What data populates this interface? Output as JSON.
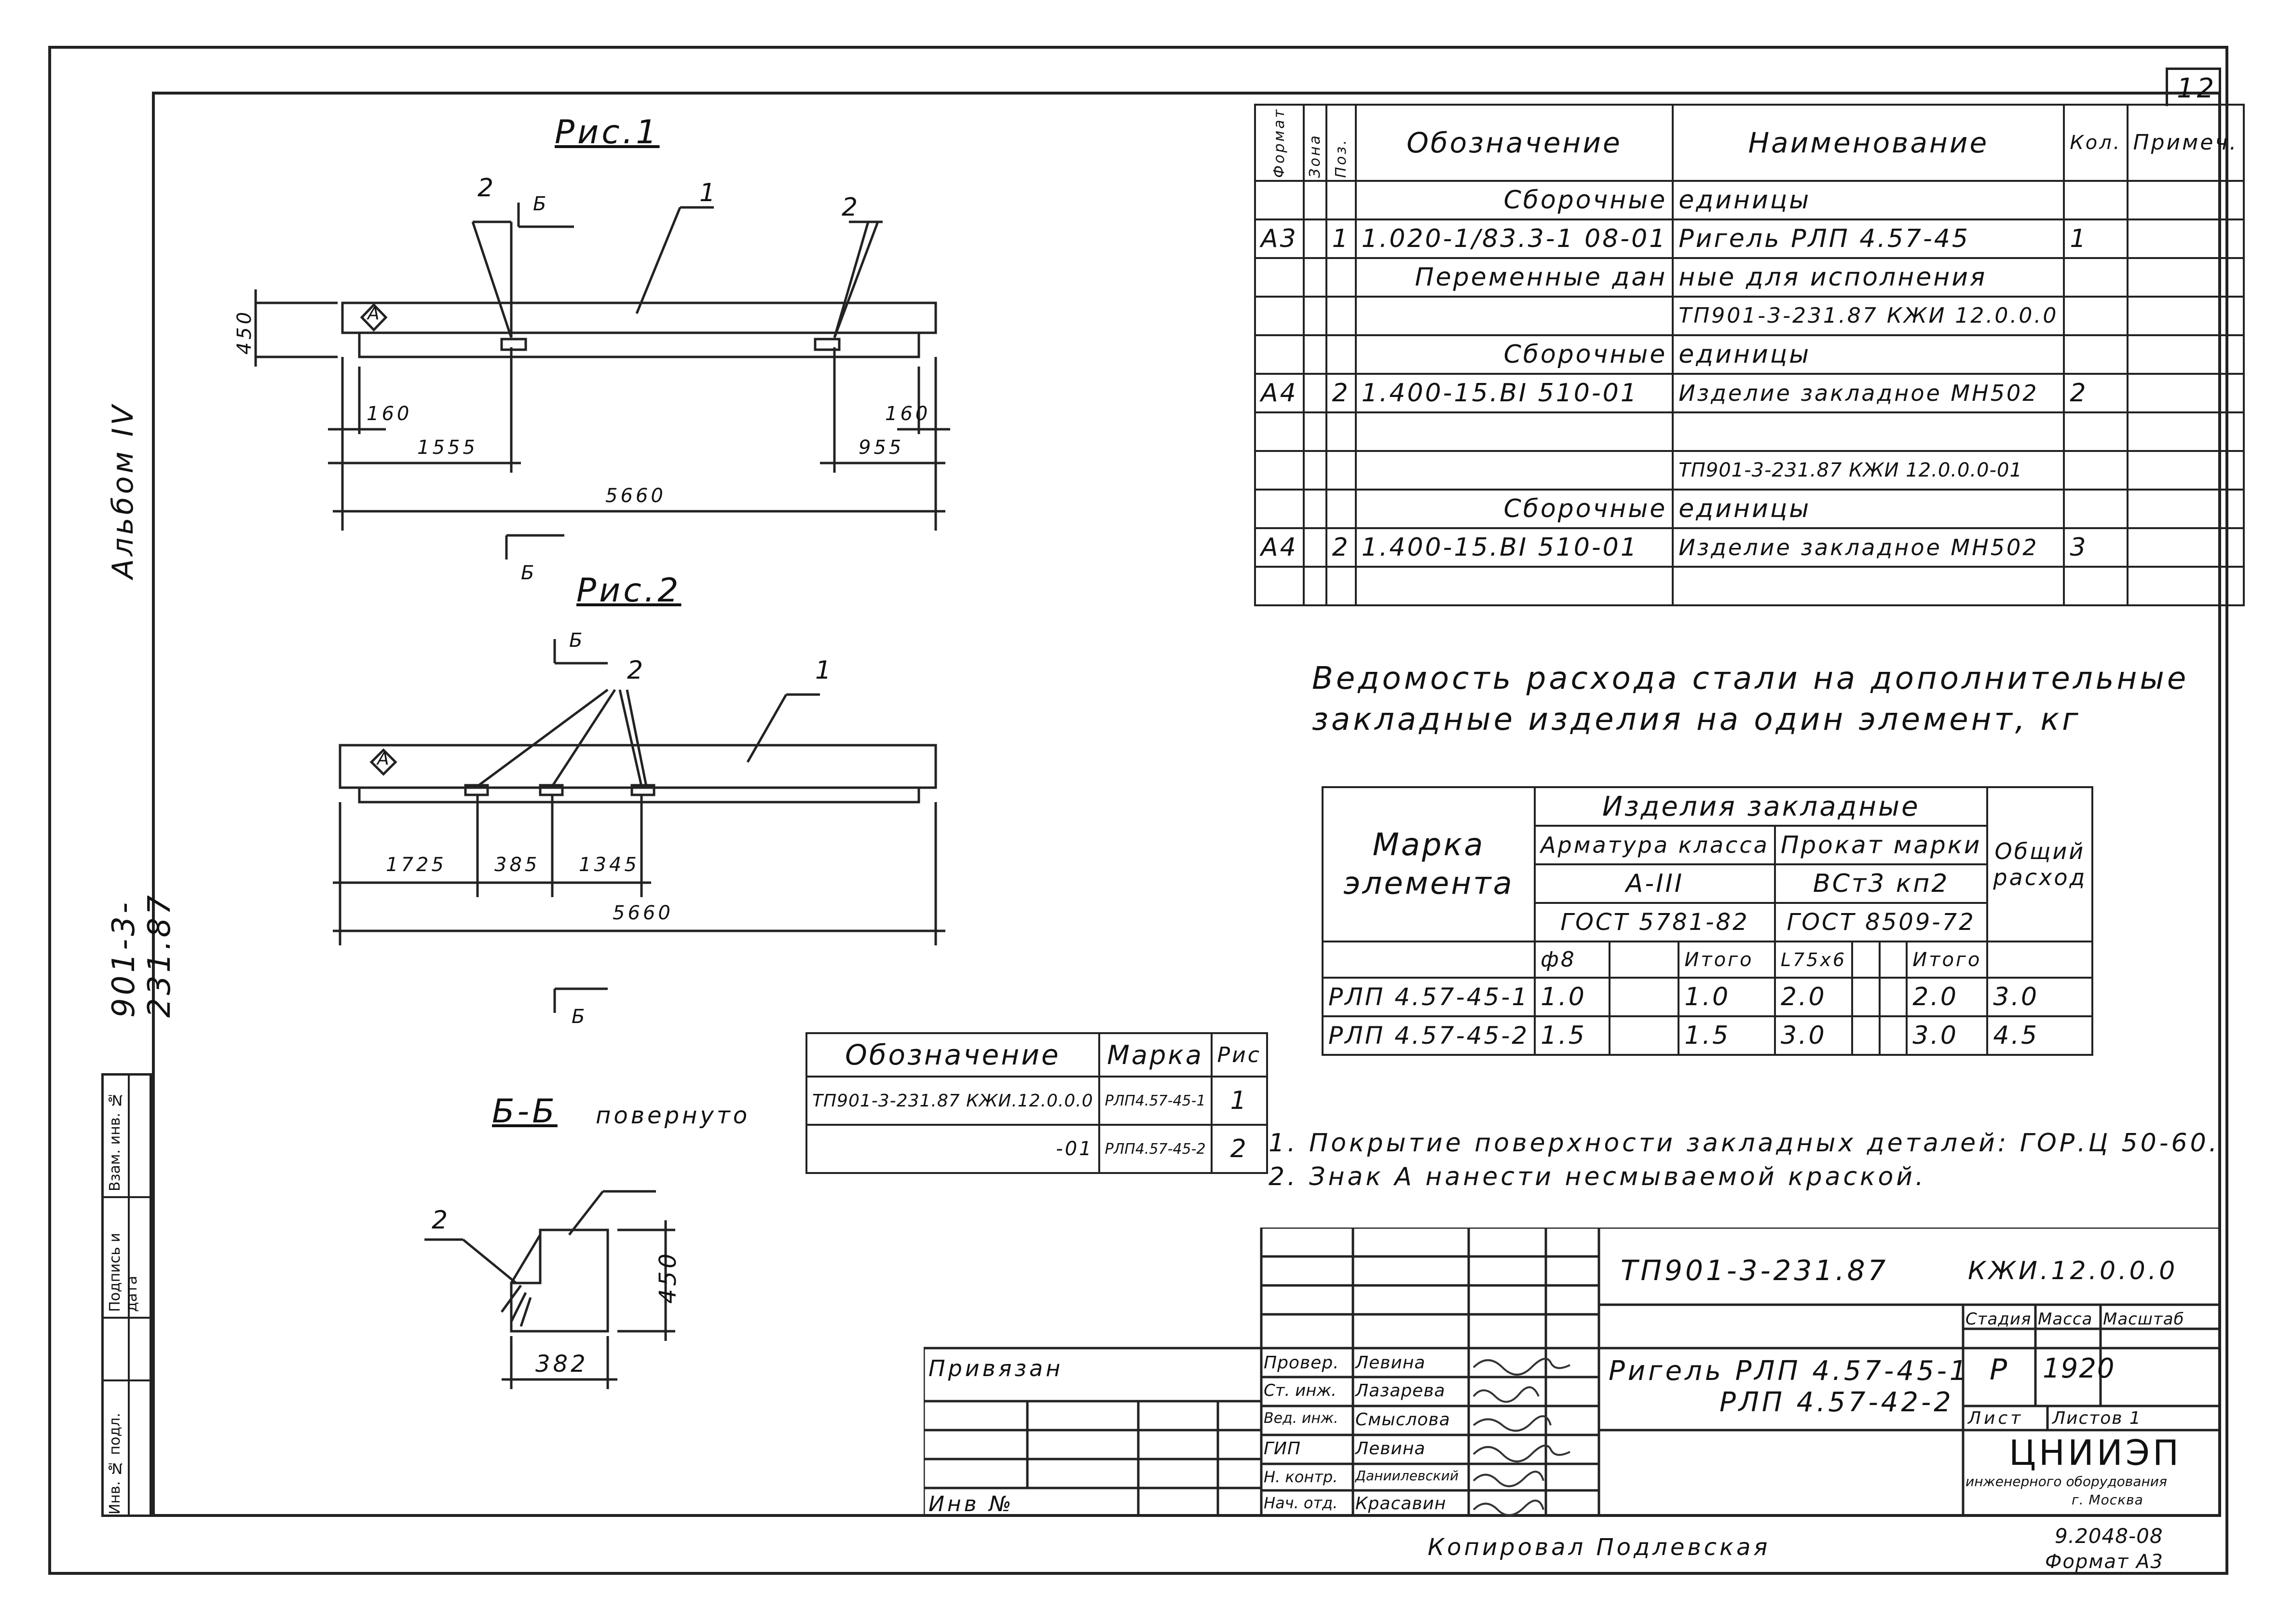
{
  "sheet": {
    "number": "12",
    "album": "Альбом IV",
    "designation_side": "901-3-231.87",
    "side_labels": [
      "Инв. № подл.",
      "Подпись и дата",
      "Взам. инв. №"
    ]
  },
  "figures": {
    "fig1_title": "Рис.1",
    "fig2_title": "Рис.2",
    "section_title": "Б-Б",
    "section_note": "повернуто",
    "cut_mark": "Б",
    "marker": "А",
    "fig1_dims": {
      "height": "450",
      "left_edge": "160",
      "right_edge": "160",
      "left": "1555",
      "right": "955",
      "total": "5660",
      "pos1": "1",
      "pos2a": "2",
      "pos2b": "2"
    },
    "fig2_dims": {
      "d1": "1725",
      "d2": "385",
      "d3": "1345",
      "total": "5660",
      "pos1": "1",
      "pos2": "2"
    },
    "section_dims": {
      "height": "450",
      "width": "382",
      "pos": "2"
    }
  },
  "spec_table": {
    "headers": [
      "Формат",
      "Зона",
      "Поз.",
      "Обозначение",
      "Наименование",
      "Кол.",
      "Примеч."
    ],
    "rows": [
      {
        "format": "",
        "zone": "",
        "pos": "",
        "designation": "Сборочные",
        "name": "единицы",
        "qty": "",
        "note": ""
      },
      {
        "format": "А3",
        "zone": "",
        "pos": "1",
        "designation": "1.020-1/83.3-1  08-01",
        "name": "Ригель РЛП 4.57-45",
        "qty": "1",
        "note": ""
      },
      {
        "format": "",
        "zone": "",
        "pos": "",
        "designation": "Переменные дан",
        "name": "ные для исполнения",
        "qty": "",
        "note": ""
      },
      {
        "format": "",
        "zone": "",
        "pos": "",
        "designation": "",
        "name": "ТП901-3-231.87 КЖИ 12.0.0.0",
        "qty": "",
        "note": ""
      },
      {
        "format": "",
        "zone": "",
        "pos": "",
        "designation": "Сборочные",
        "name": "единицы",
        "qty": "",
        "note": ""
      },
      {
        "format": "А4",
        "zone": "",
        "pos": "2",
        "designation": "1.400-15.ВI   510-01",
        "name": "Изделие закладное МН502",
        "qty": "2",
        "note": ""
      },
      {
        "format": "",
        "zone": "",
        "pos": "",
        "designation": "",
        "name": "",
        "qty": "",
        "note": ""
      },
      {
        "format": "",
        "zone": "",
        "pos": "",
        "designation": "",
        "name": "ТП901-3-231.87 КЖИ 12.0.0.0-01",
        "qty": "",
        "note": ""
      },
      {
        "format": "",
        "zone": "",
        "pos": "",
        "designation": "Сборочные",
        "name": "единицы",
        "qty": "",
        "note": ""
      },
      {
        "format": "А4",
        "zone": "",
        "pos": "2",
        "designation": "1.400-15.ВI   510-01",
        "name": "Изделие закладное МН502",
        "qty": "3",
        "note": ""
      },
      {
        "format": "",
        "zone": "",
        "pos": "",
        "designation": "",
        "name": "",
        "qty": "",
        "note": ""
      }
    ]
  },
  "steel": {
    "title_line1": "Ведомость расхода стали на дополнительные",
    "title_line2": "закладные изделия на один элемент, кг",
    "h_mark": "Марка элемента",
    "h_items": "Изделия закладные",
    "h_rebar": "Арматура класса",
    "h_rebar_class": "А-III",
    "h_rebar_gost": "ГОСТ 5781-82",
    "h_rolled": "Прокат марки",
    "h_rolled_grade": "ВСт3 кп2",
    "h_rolled_gost": "ГОСТ 8509-72",
    "h_total": "Общий расход",
    "sub": [
      "ф8",
      "",
      "Итого",
      "L75х6",
      "",
      "",
      "Итого"
    ],
    "rows": [
      {
        "mark": "РЛП 4.57-45-1",
        "c1": "1.0",
        "c2": "",
        "c3": "1.0",
        "c4": "2.0",
        "c5": "",
        "c6": "",
        "c7": "2.0",
        "total": "3.0"
      },
      {
        "mark": "РЛП 4.57-45-2",
        "c1": "1.5",
        "c2": "",
        "c3": "1.5",
        "c4": "3.0",
        "c5": "",
        "c6": "",
        "c7": "3.0",
        "total": "4.5"
      }
    ]
  },
  "notes": [
    "1. Покрытие поверхности закладных деталей: ГОР.Ц 50-60.",
    "2. Знак А нанести несмываемой краской."
  ],
  "variants": {
    "headers": [
      "Обозначение",
      "Марка",
      "Рис"
    ],
    "rows": [
      {
        "designation": "ТП901-3-231.87 КЖИ.12.0.0.0",
        "mark": "РЛП4.57-45-1",
        "fig": "1"
      },
      {
        "designation": "-01",
        "mark": "РЛП4.57-45-2",
        "fig": "2"
      }
    ]
  },
  "stamp": {
    "code": "ТП901-3-231.87",
    "sheet_code": "КЖИ.12.0.0.0",
    "title_line1": "Ригель  РЛП 4.57-45-1",
    "title_line2": "РЛП 4.57-42-2",
    "stage_h": "Стадия",
    "mass_h": "Масса",
    "scale_h": "Масштаб",
    "stage": "Р",
    "mass": "1920",
    "sheet_h": "Лист",
    "sheets_h": "Листов 1",
    "org": "ЦНИИЭП",
    "org_sub1": "инженерного оборудования",
    "org_sub2": "г. Москва",
    "bound": "Привязан",
    "inv": "Инв №",
    "signers": [
      {
        "role": "Провер.",
        "name": "Левина"
      },
      {
        "role": "Ст. инж.",
        "name": "Лазарева"
      },
      {
        "role": "Вед. инж.",
        "name": "Смыслова"
      },
      {
        "role": "ГИП",
        "name": "Левина"
      },
      {
        "role": "Н. контр.",
        "name": "Даниилевский"
      },
      {
        "role": "Нач. отд.",
        "name": "Красавин"
      }
    ]
  },
  "footer": {
    "copied": "Копировал  Подлевская",
    "number": "9.2048-08",
    "format": "Формат А3"
  }
}
